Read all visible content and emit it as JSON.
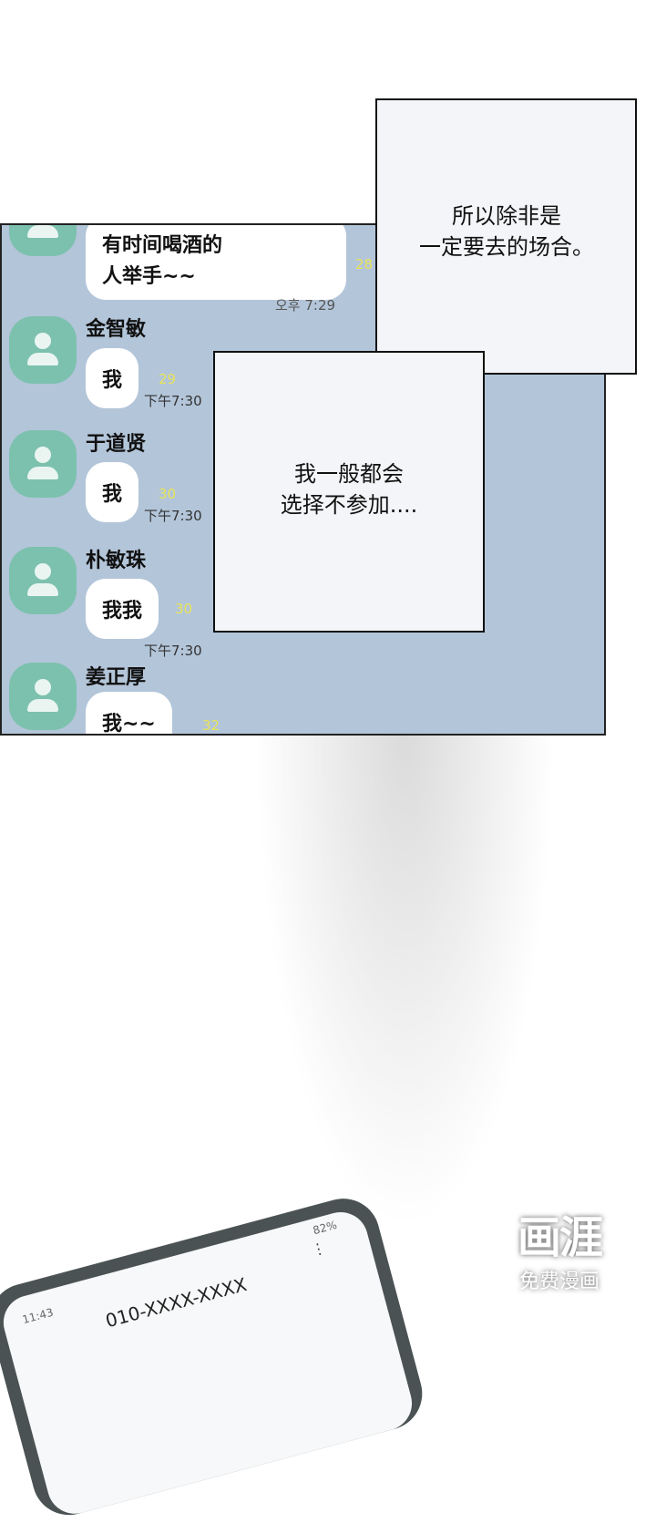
{
  "chat": {
    "first_message": {
      "lines": [
        "有时间喝酒的",
        "人举手~~"
      ],
      "count": "28",
      "time": "오후 7:29"
    },
    "messages": [
      {
        "name": "金智敏",
        "text": "我",
        "count": "29",
        "time": "下午7:30"
      },
      {
        "name": "于道贤",
        "text": "我",
        "count": "30",
        "time": "下午7:30"
      },
      {
        "name": "朴敏珠",
        "text": "我我",
        "count": "30",
        "time": "下午7:30"
      },
      {
        "name": "姜正厚",
        "text": "我~~",
        "count": "32"
      }
    ],
    "colors": {
      "background": "#b3c5d9",
      "avatar": "#7cc1ae",
      "count": "#e8e35a"
    }
  },
  "captions": [
    {
      "lines": [
        "所以除非是",
        "一定要去的场合。"
      ]
    },
    {
      "lines": [
        "我一般都会",
        "选择不参加...."
      ]
    }
  ],
  "phone": {
    "clock": "11:43",
    "battery": "82%",
    "contact": "010-XXXX-XXXX",
    "menu_icon": "more-vert-icon"
  },
  "watermark": {
    "logo": "画涯",
    "tagline": "免费漫画"
  }
}
